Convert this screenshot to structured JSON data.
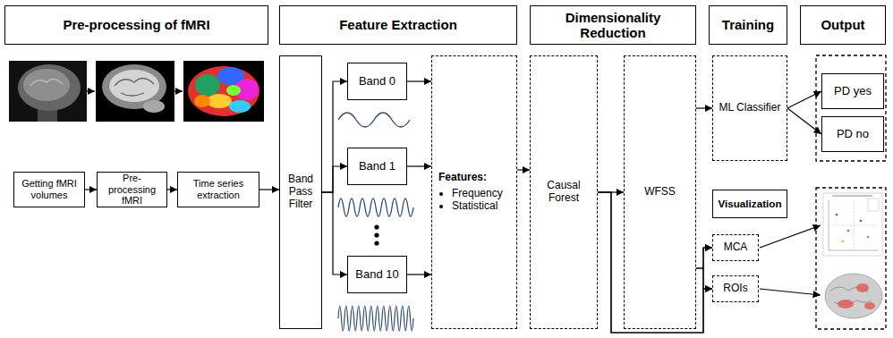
{
  "diagram": {
    "nodes": [
      {
        "text": [
          "Pre-processing of fMRI"
        ]
      },
      {
        "text": [
          "Feature Extraction"
        ]
      },
      {
        "text": [
          "Dimensionality Reduction"
        ]
      },
      {
        "text": [
          "Training"
        ]
      },
      {
        "text": [
          "Output"
        ]
      },
      {
        "text": [
          "Getting fMRI volumes"
        ]
      },
      {
        "text": [
          "Pre-processing fMRI"
        ]
      },
      {
        "text": [
          "Time series extraction"
        ]
      },
      {
        "text": [
          "Band Pass Filter"
        ]
      },
      {
        "text": [
          "Band 0"
        ]
      },
      {
        "text": [
          "Band 1"
        ]
      },
      {
        "text": [
          "Band 10"
        ]
      },
      {
        "text": [
          "Features:",
          "Frequency",
          "Statistical"
        ]
      },
      {
        "text": [
          "Causal Forest"
        ]
      },
      {
        "text": [
          "WFSS"
        ]
      },
      {
        "text": [
          "ML Classifier"
        ]
      },
      {
        "text": [
          "Visualization"
        ]
      },
      {
        "text": [
          "MCA"
        ]
      },
      {
        "text": [
          "ROIs"
        ]
      },
      {
        "text": [
          "PD yes"
        ]
      },
      {
        "text": [
          "PD no"
        ]
      }
    ],
    "edges": [
      {
        "from": 5,
        "to": 6,
        "arrow": "to"
      },
      {
        "from": 6,
        "to": 7,
        "arrow": "to"
      },
      {
        "from": 7,
        "to": 8,
        "arrow": "to"
      },
      {
        "from": 8,
        "to": 9,
        "arrow": "to"
      },
      {
        "from": 8,
        "to": 10,
        "arrow": "to"
      },
      {
        "from": 8,
        "to": 11,
        "arrow": "to"
      },
      {
        "from": 9,
        "to": 12,
        "arrow": "to"
      },
      {
        "from": 10,
        "to": 12,
        "arrow": "to"
      },
      {
        "from": 11,
        "to": 12,
        "arrow": "to"
      },
      {
        "from": 12,
        "to": 13,
        "arrow": "to"
      },
      {
        "from": 13,
        "to": 14,
        "arrow": "to"
      },
      {
        "from": 13,
        "to": 17,
        "arrow": "to"
      },
      {
        "from": 13,
        "to": 18,
        "arrow": "to"
      },
      {
        "from": 14,
        "to": 15,
        "arrow": "to"
      },
      {
        "from": 14,
        "to": 17,
        "arrow": "to"
      },
      {
        "from": 14,
        "to": 18,
        "arrow": "to"
      },
      {
        "from": 15,
        "to": 19,
        "arrow": "to"
      },
      {
        "from": 15,
        "to": 20,
        "arrow": "to"
      }
    ]
  }
}
